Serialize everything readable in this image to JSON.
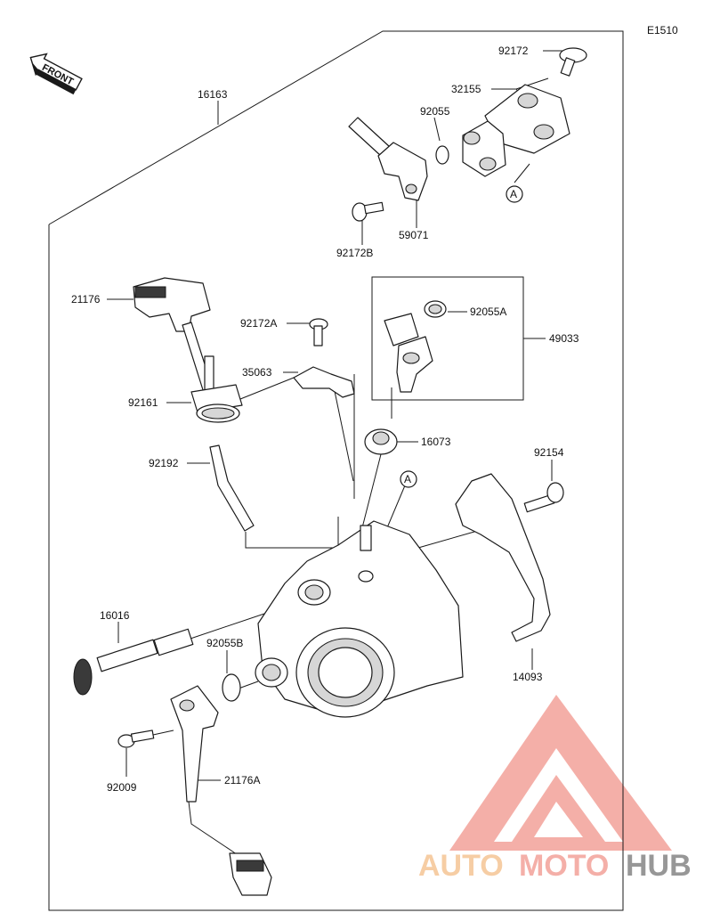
{
  "diagram_code": "E1510",
  "front_label": "FRONT",
  "callout_letter": "A",
  "watermark": {
    "part1": "AUTO",
    "part2": "MOTO",
    "part3": "HUB",
    "color_main": "#f3a79f",
    "color_auto": "#f6c89b",
    "color_hub": "#8c8c8c"
  },
  "parts": {
    "p92172": "92172",
    "p32155": "32155",
    "p92055": "92055",
    "p16163": "16163",
    "p59071": "59071",
    "p92172B": "92172B",
    "p21176": "21176",
    "p92172A": "92172A",
    "p92055A": "92055A",
    "p49033": "49033",
    "p35063": "35063",
    "p92161": "92161",
    "p16073": "16073",
    "p92192": "92192",
    "p92154": "92154",
    "p16016": "16016",
    "p92055B": "92055B",
    "p14093": "14093",
    "p92009": "92009",
    "p21176A": "21176A"
  }
}
